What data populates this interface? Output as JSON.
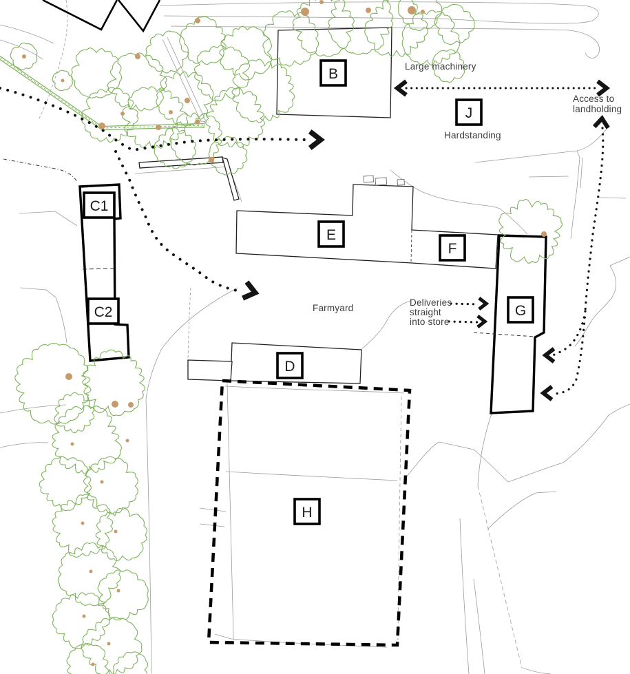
{
  "labels": {
    "b": "B",
    "j": "J",
    "c1": "C1",
    "c2": "C2",
    "e": "E",
    "f": "F",
    "g": "G",
    "d": "D",
    "h": "H"
  },
  "annotations": {
    "large_machinery": "Large machinery",
    "access_line1": "Access to",
    "access_line2": "landholding",
    "hardstanding": "Hardstanding",
    "farmyard": "Farmyard",
    "deliveries_line1": "Deliveries",
    "deliveries_line2": "straight",
    "deliveries_line3": "into store"
  },
  "colors": {
    "tree_green": "#7fb35c",
    "trunk_tan": "#c79a6b",
    "line_gray": "#9b9b9b",
    "ink_black": "#141414",
    "text_gray": "#3d3d3d"
  }
}
